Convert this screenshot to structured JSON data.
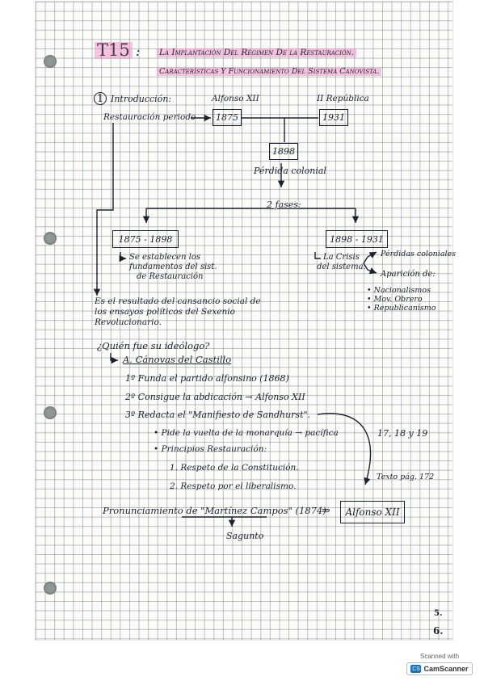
{
  "header": {
    "topic_number": "T15",
    "title_line1": "La Implantación Del Régimen De la Restauración.",
    "title_line2": "Características Y Funcionamiento Del Sistema Canovista."
  },
  "intro": {
    "number": "1",
    "heading": "Introducción:",
    "alfonso_label": "Alfonso XII",
    "republica_label": "II República",
    "periodo_label": "Restauración periodo",
    "year_start": "1875",
    "year_end": "1931",
    "year_1898": "1898",
    "perdida": "Pérdida colonial",
    "fases": "2 fases:",
    "fase1_box": "1875 - 1898",
    "fase1_note": [
      "Se establecen los",
      "fundamentos del sist.",
      "de Restauración"
    ],
    "fase2_box": "1898 - 1931",
    "crisis": [
      "La Crisis",
      "del sistema:"
    ],
    "perdidas": "Pérdidas coloniales",
    "aparicion": "Aparición de:",
    "aparicion_items": [
      "Nacionalismos",
      "Mov. Obrero",
      "Republicanismo"
    ],
    "resultado": [
      "Es el resultado del cansancio social de",
      "los ensayos políticos del Sexenio",
      "Revolucionario."
    ]
  },
  "ideologo": {
    "question": "¿Quién fue su ideólogo?",
    "name": "A. Cánovas del Castillo",
    "points": [
      "1º Funda el partido alfonsino (1868)",
      "2º Consigue la abdicación → Alfonso XII",
      "3º Redacta el \"Manifiesto de Sandhurst\"."
    ],
    "bullet1": "Pide la vuelta de la monarquía → pacífica",
    "pages": "17, 18 y 19",
    "bullet2": "Principios Restauración:",
    "principles": [
      "1. Respeto de la Constitución.",
      "2. Respeto por el liberalismo."
    ],
    "texto_pag": "Texto pág. 172"
  },
  "pronunciamiento": {
    "text": "Pronunciamiento de \"Martínez Campos\" (1874)",
    "arrow": "⇒",
    "alfonso_box": "Alfonso XII",
    "place": "Sagunto"
  },
  "page_numbers": [
    "5.",
    "6."
  ],
  "scanner": {
    "line1": "Scanned with",
    "brand": "CamScanner",
    "logo": "CS"
  },
  "colors": {
    "ink": "#1a2230",
    "highlight": "#f096c8",
    "grid": "#5f6e78"
  }
}
